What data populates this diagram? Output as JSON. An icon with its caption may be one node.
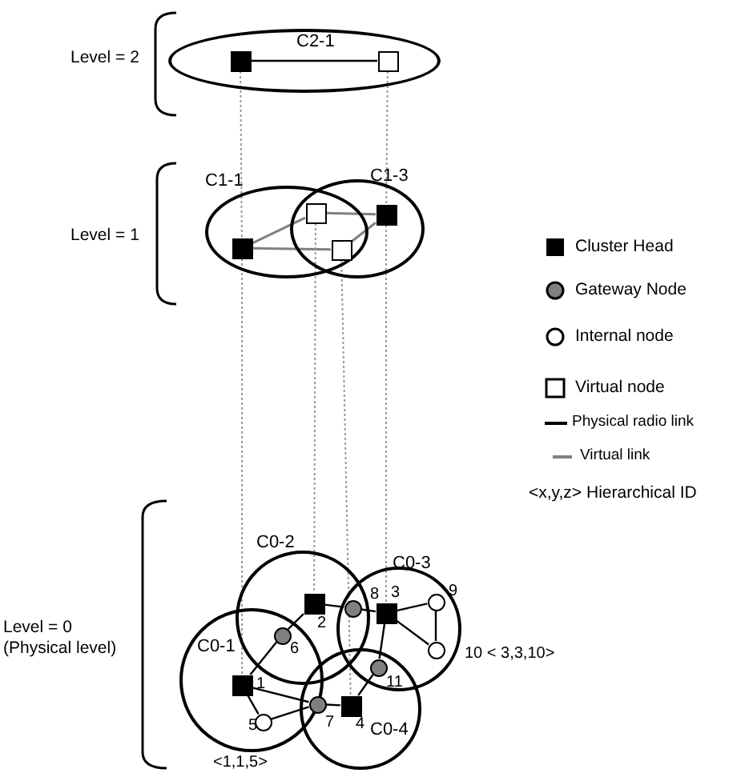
{
  "diagram": {
    "nodes": [
      {
        "text": [
          "C2-1"
        ]
      },
      {
        "text": [],
        "shape": "box",
        "in": 0
      },
      {
        "text": [],
        "shape": "box",
        "in": 0
      },
      {
        "text": [
          "C1-1"
        ]
      },
      {
        "text": [
          "C1-3"
        ]
      },
      {
        "text": [],
        "shape": "box",
        "in": 3
      },
      {
        "text": [],
        "shape": "box"
      },
      {
        "text": [],
        "shape": "box",
        "in": 4
      },
      {
        "text": [],
        "shape": "box"
      },
      {
        "text": [
          "C0-2"
        ]
      },
      {
        "text": [
          "C0-3"
        ]
      },
      {
        "text": [
          "C0-1"
        ]
      },
      {
        "text": [
          "C0-4"
        ]
      },
      {
        "text": [],
        "shape": "box",
        "in": 9,
        "beside": [
          "2"
        ]
      },
      {
        "text": [],
        "shape": "circle",
        "beside": [
          "8"
        ]
      },
      {
        "text": [],
        "shape": "box",
        "in": 10,
        "beside": [
          "3"
        ]
      },
      {
        "text": [],
        "shape": "circle",
        "in": 10,
        "beside": [
          "9"
        ]
      },
      {
        "text": [],
        "shape": "circle",
        "beside": [
          "6"
        ]
      },
      {
        "text": [],
        "shape": "circle",
        "in": 10,
        "beside": [
          "10 < 3,3,10>"
        ]
      },
      {
        "text": [],
        "shape": "circle",
        "beside": [
          "11"
        ]
      },
      {
        "text": [],
        "shape": "box",
        "in": 11,
        "beside": [
          "1"
        ]
      },
      {
        "text": [],
        "shape": "circle",
        "beside": [
          "7"
        ]
      },
      {
        "text": [],
        "shape": "box",
        "in": 12,
        "beside": [
          "4"
        ]
      },
      {
        "text": [],
        "shape": "circle",
        "in": 11,
        "beside": [
          "5",
          "<1,1,5>"
        ]
      }
    ],
    "edges": [
      {
        "from": 1,
        "to": 2,
        "arrow": "none"
      },
      {
        "from": 5,
        "to": 6,
        "arrow": "none",
        "color": "#808080"
      },
      {
        "from": 6,
        "to": 7,
        "arrow": "none",
        "color": "#808080"
      },
      {
        "from": 5,
        "to": 8,
        "arrow": "none",
        "color": "#808080"
      },
      {
        "from": 8,
        "to": 7,
        "arrow": "none",
        "color": "#808080"
      },
      {
        "from": 1,
        "to": 5,
        "arrow": "none",
        "style": "dashed",
        "color": "#999999"
      },
      {
        "from": 5,
        "to": 20,
        "arrow": "none",
        "style": "dashed",
        "color": "#999999"
      },
      {
        "from": 2,
        "to": 7,
        "arrow": "none",
        "style": "dashed",
        "color": "#999999"
      },
      {
        "from": 7,
        "to": 15,
        "arrow": "none",
        "style": "dashed",
        "color": "#999999"
      },
      {
        "from": 6,
        "to": 13,
        "arrow": "none",
        "style": "dashed",
        "color": "#999999"
      },
      {
        "from": 8,
        "to": 22,
        "arrow": "none",
        "style": "dashed",
        "color": "#999999"
      },
      {
        "from": 20,
        "to": 17,
        "arrow": "none"
      },
      {
        "from": 17,
        "to": 13,
        "arrow": "none"
      },
      {
        "from": 13,
        "to": 14,
        "arrow": "none"
      },
      {
        "from": 14,
        "to": 15,
        "arrow": "none"
      },
      {
        "from": 15,
        "to": 16,
        "arrow": "none"
      },
      {
        "from": 15,
        "to": 18,
        "arrow": "none"
      },
      {
        "from": 16,
        "to": 18,
        "arrow": "none"
      },
      {
        "from": 15,
        "to": 19,
        "arrow": "none"
      },
      {
        "from": 19,
        "to": 22,
        "arrow": "none"
      },
      {
        "from": 22,
        "to": 21,
        "arrow": "none"
      },
      {
        "from": 21,
        "to": 20,
        "arrow": "none"
      },
      {
        "from": 20,
        "to": 23,
        "arrow": "none"
      },
      {
        "from": 23,
        "to": 21,
        "arrow": "none"
      }
    ],
    "labels": [
      "Level = 2",
      "Level = 1",
      "Level = 0 (Physical level)"
    ],
    "legend": [
      {
        "text": "Cluster Head"
      },
      {
        "text": "Gateway Node"
      },
      {
        "text": "Internal node"
      },
      {
        "text": "Virtual node"
      },
      {
        "text": "Physical radio link"
      },
      {
        "text": "Virtual link"
      },
      {
        "text": "<x,y,z> Hierarchical ID"
      }
    ]
  }
}
